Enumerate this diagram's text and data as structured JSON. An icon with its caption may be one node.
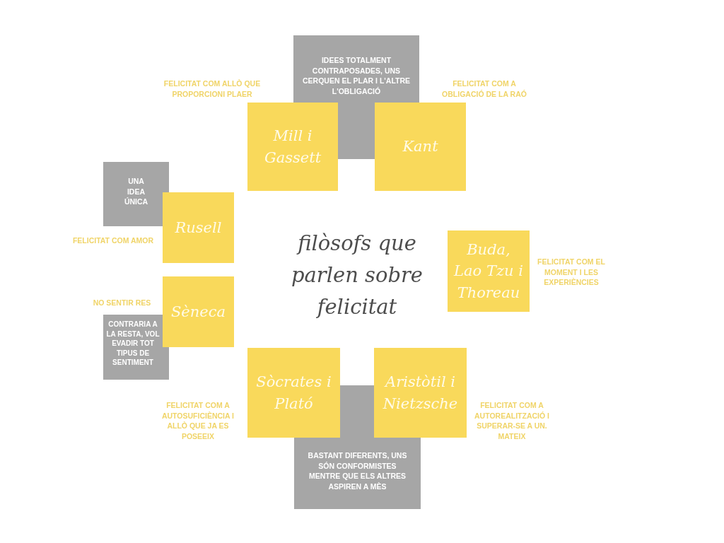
{
  "diagram": {
    "title": "filòsofs que parlen sobre felicitat",
    "nodes": [
      {
        "text": [
          "IDEES TOTALMENT CONTRAPOSADES, UNS CERQUEN EL PLAR I L'ALTRE L'OBLIGACIÓ"
        ]
      },
      {
        "text": [
          "Mill i Gassett"
        ],
        "beside": [
          "FELICITAT COM ALLÒ QUE PROPORCIONI PLAER"
        ]
      },
      {
        "text": [
          "Kant"
        ],
        "beside": [
          "FELICITAT COM A OBLIGACIÓ DE LA RAÓ"
        ]
      },
      {
        "text": [
          "UNA IDEA ÚNICA"
        ]
      },
      {
        "text": [
          "Rusell"
        ],
        "beside": [
          "FELICITAT COM AMOR"
        ]
      },
      {
        "text": [
          "Buda, Lao Tzu i Thoreau"
        ],
        "beside": [
          "FELICITAT COM EL MOMENT I LES EXPERIÈNCIES"
        ]
      },
      {
        "text": [
          "Sèneca"
        ],
        "beside": [
          "NO SENTIR RES"
        ]
      },
      {
        "text": [
          "CONTRARIA A LA RESTA, VOL EVADIR TOT TIPUS DE SENTIMENT"
        ]
      },
      {
        "text": [
          "Sòcrates i Plató"
        ],
        "beside": [
          "FELICITAT COM A AUTOSUFICIÈNCIA I ALLÒ QUE JA ES POSEEIX"
        ]
      },
      {
        "text": [
          "Aristòtil i Nietzsche"
        ],
        "beside": [
          "FELICITAT COM A AUTOREALITZACIÓ I SUPERAR-SE A UN. MATEIX"
        ]
      },
      {
        "text": [
          "BASTANT DIFERENTS, UNS SÓN CONFORMISTES MENTRE QUE ELS ALTRES ASPIREN A MÈS"
        ]
      }
    ]
  }
}
